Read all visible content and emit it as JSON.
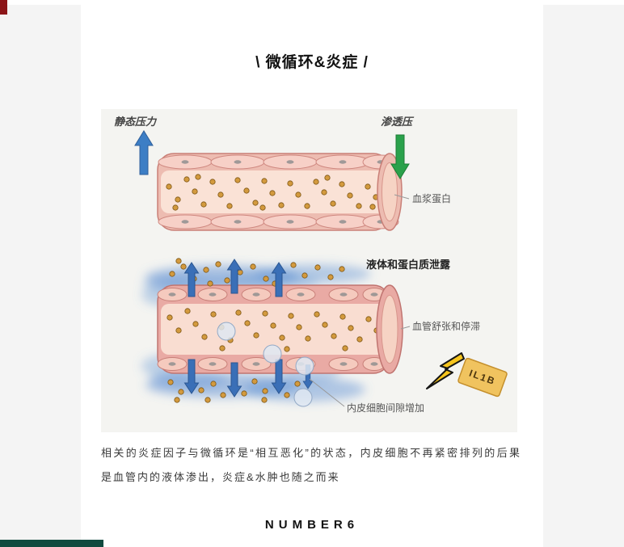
{
  "header": {
    "title": "\\ 微循环&炎症 /"
  },
  "diagram": {
    "static_pressure_label": "静态压力",
    "osmotic_pressure_label": "渗透压",
    "plasma_protein_label": "血浆蛋白",
    "leakage_label": "液体和蛋白质泄露",
    "vasodilation_label": "血管舒张和停滞",
    "gap_label": "内皮细胞间隙增加",
    "cytokine_tag": "IL1B",
    "colors": {
      "arrow_up_blue": "#3d7ec5",
      "arrow_down_green": "#2aa14b",
      "vessel_wall": "#e9aaa4",
      "vessel_lumen": "#f9ddd1",
      "protein_dot": "#d39a3e",
      "leak_glow_blue": "#5b8ed2",
      "tag_yellow": "#f0c35f"
    }
  },
  "body_text": {
    "paragraph": "相关的炎症因子与微循环是“相互恶化”的状态，内皮细胞不再紧密排列的后果是血管内的液体渗出，炎症&水肿也随之而来"
  },
  "footer": {
    "label": "NUMBER6"
  }
}
